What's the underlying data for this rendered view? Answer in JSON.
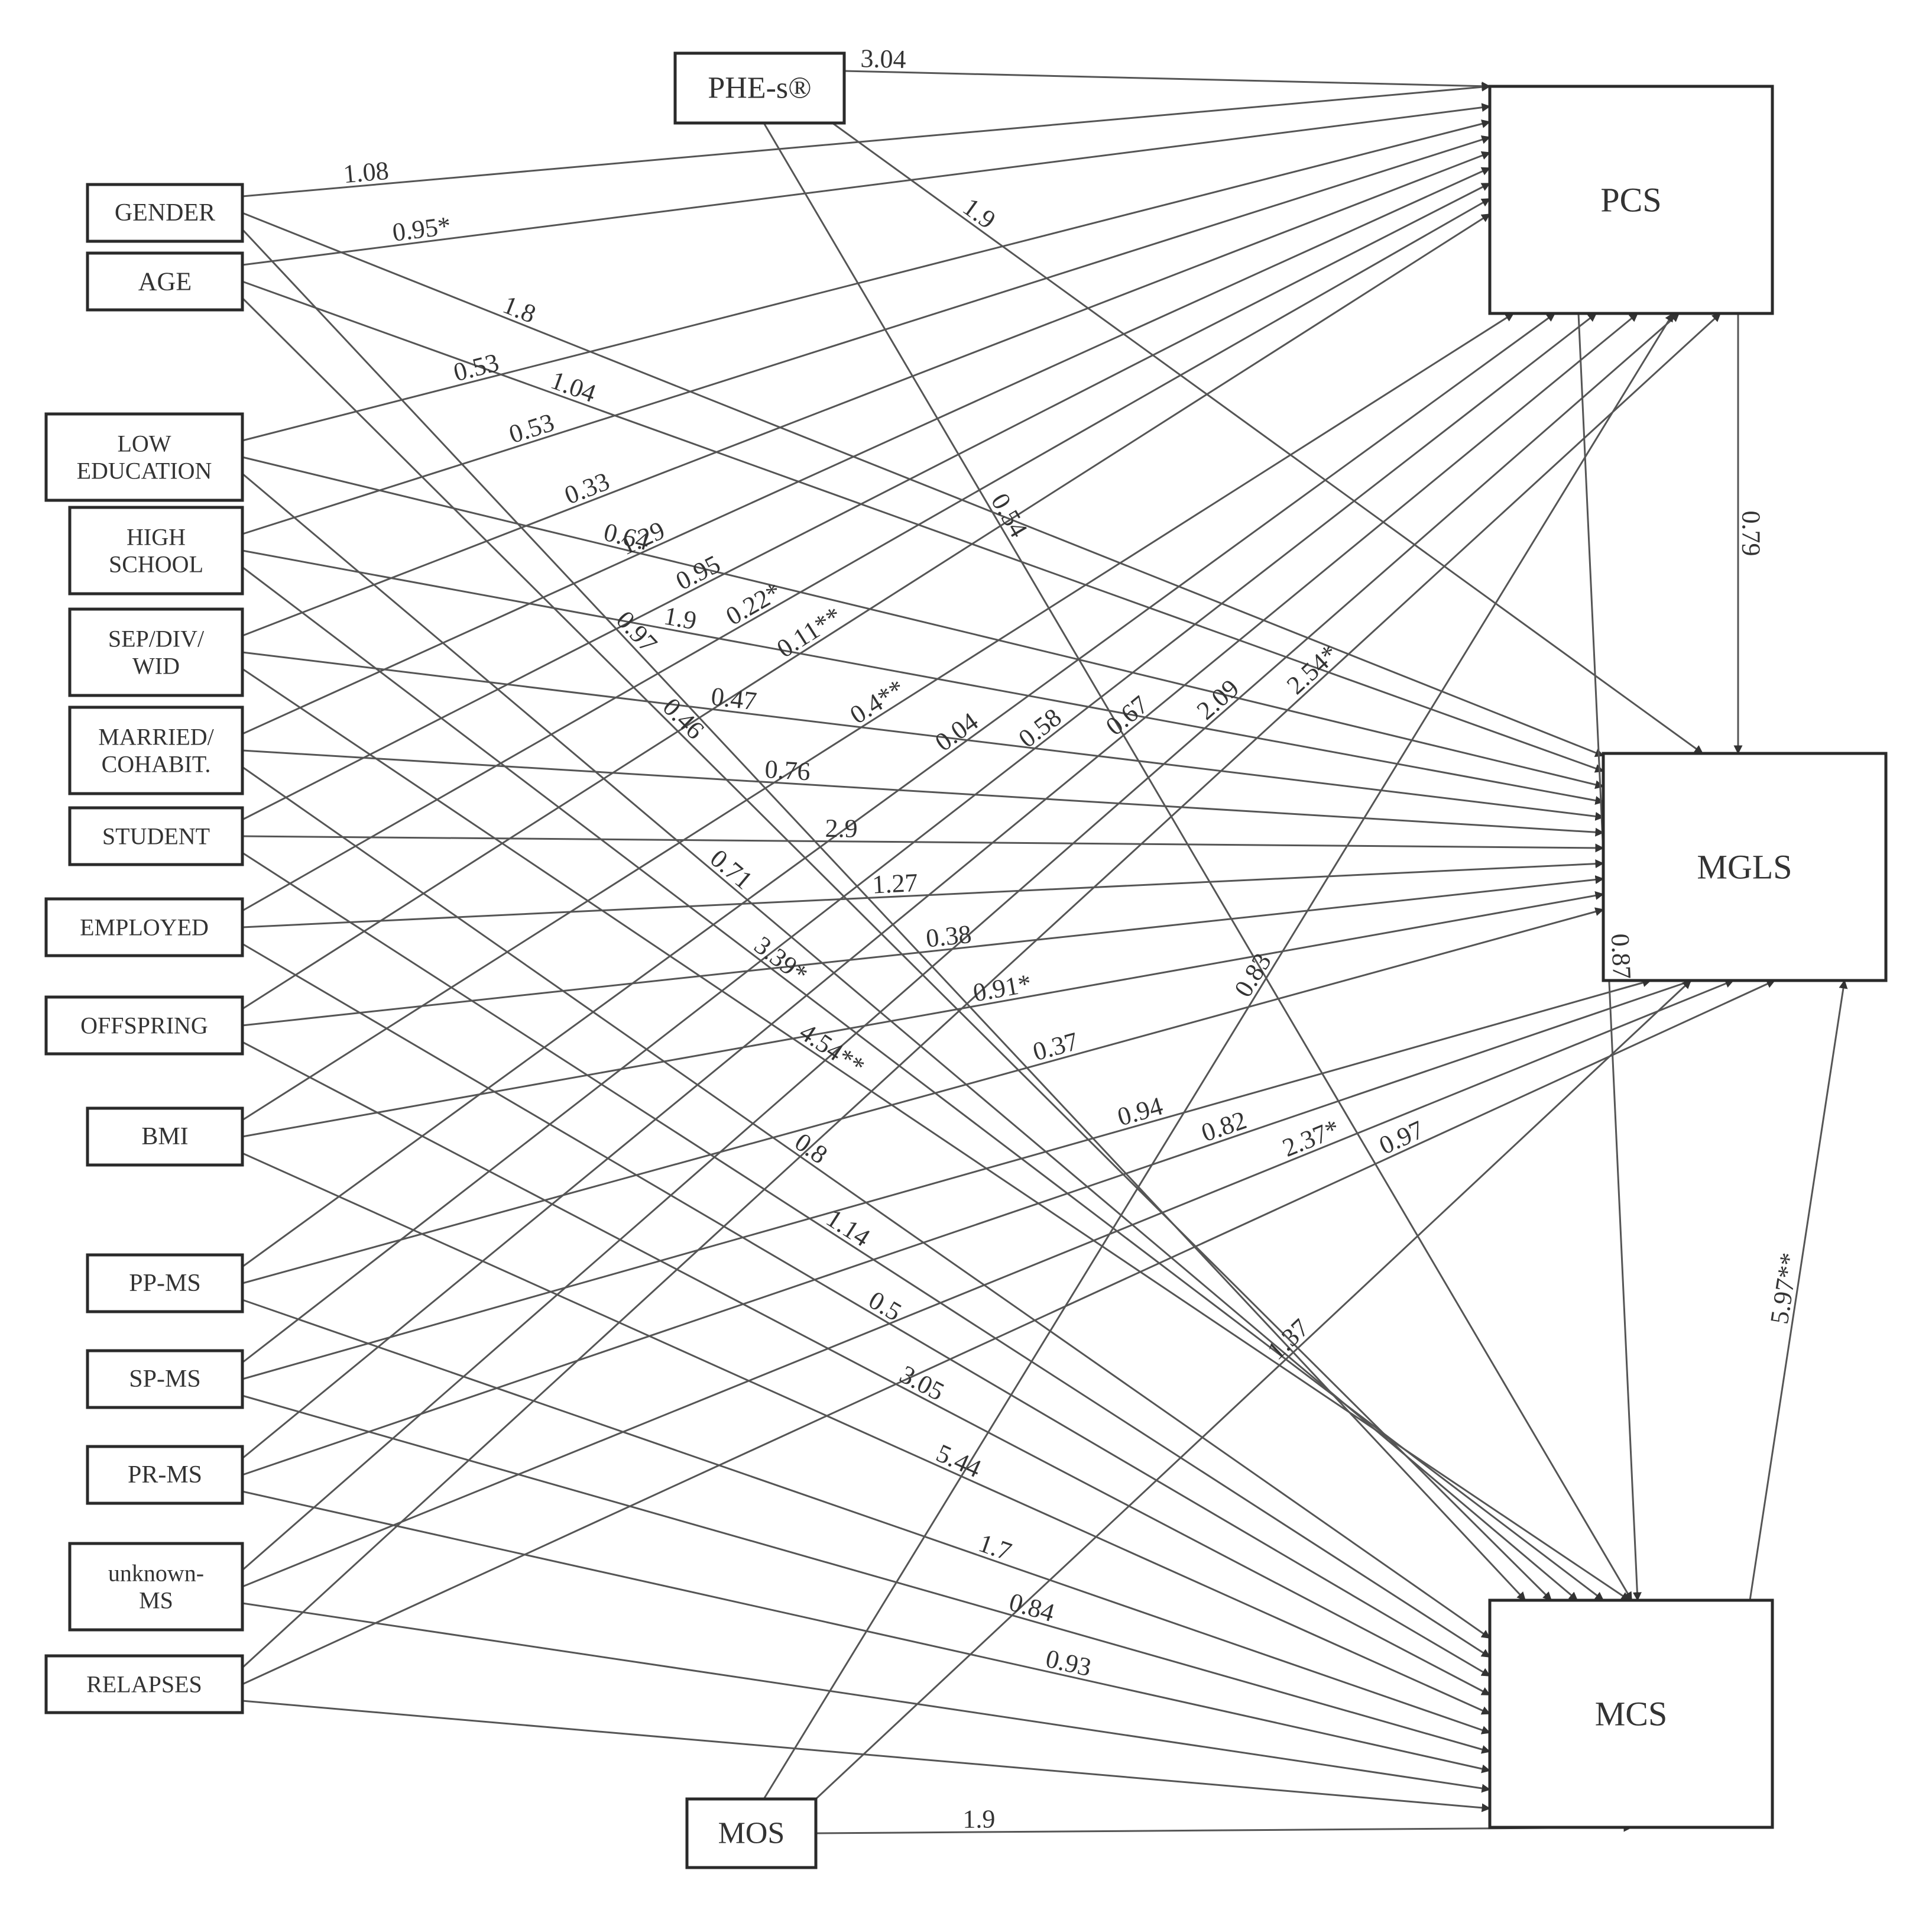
{
  "nodes": [
    {
      "id": "phe",
      "lines": [
        "PHE-s®"
      ]
    },
    {
      "id": "gender",
      "lines": [
        "GENDER"
      ]
    },
    {
      "id": "age",
      "lines": [
        "AGE"
      ]
    },
    {
      "id": "lowedu",
      "lines": [
        "LOW",
        "EDUCATION"
      ]
    },
    {
      "id": "highschool",
      "lines": [
        "HIGH",
        "SCHOOL"
      ]
    },
    {
      "id": "sepdiv",
      "lines": [
        "SEP/DIV/",
        "WID"
      ]
    },
    {
      "id": "married",
      "lines": [
        "MARRIED/",
        "COHABIT."
      ]
    },
    {
      "id": "student",
      "lines": [
        "STUDENT"
      ]
    },
    {
      "id": "employed",
      "lines": [
        "EMPLOYED"
      ]
    },
    {
      "id": "offspring",
      "lines": [
        "OFFSPRING"
      ]
    },
    {
      "id": "bmi",
      "lines": [
        "BMI"
      ]
    },
    {
      "id": "ppms",
      "lines": [
        "PP-MS"
      ]
    },
    {
      "id": "spms",
      "lines": [
        "SP-MS"
      ]
    },
    {
      "id": "prms",
      "lines": [
        "PR-MS"
      ]
    },
    {
      "id": "unknownms",
      "lines": [
        "unknown-",
        "MS"
      ]
    },
    {
      "id": "relapses",
      "lines": [
        "RELAPSES"
      ]
    },
    {
      "id": "mos",
      "lines": [
        "MOS"
      ]
    },
    {
      "id": "pcs",
      "lines": [
        "PCS"
      ]
    },
    {
      "id": "mgls",
      "lines": [
        "MGLS"
      ]
    },
    {
      "id": "mcs",
      "lines": [
        "MCS"
      ]
    }
  ],
  "edges": [
    {
      "from": "phe",
      "to": "pcs",
      "label": "3.04"
    },
    {
      "from": "gender",
      "to": "pcs",
      "label": "1.08"
    },
    {
      "from": "age",
      "to": "pcs",
      "label": "0.95*"
    },
    {
      "from": "lowedu",
      "to": "pcs",
      "label": "0.53"
    },
    {
      "from": "highschool",
      "to": "pcs",
      "label": "0.53"
    },
    {
      "from": "sepdiv",
      "to": "pcs",
      "label": "0.33"
    },
    {
      "from": "married",
      "to": "pcs",
      "label": "1.29"
    },
    {
      "from": "student",
      "to": "pcs",
      "label": "0.95"
    },
    {
      "from": "employed",
      "to": "pcs",
      "label": "0.22*"
    },
    {
      "from": "offspring",
      "to": "pcs",
      "label": "0.11**"
    },
    {
      "from": "bmi",
      "to": "pcs",
      "label": "0.4**"
    },
    {
      "from": "ppms",
      "to": "pcs",
      "label": "0.04"
    },
    {
      "from": "spms",
      "to": "pcs",
      "label": "0.58"
    },
    {
      "from": "prms",
      "to": "pcs",
      "label": "0.67"
    },
    {
      "from": "unknownms",
      "to": "pcs",
      "label": "2.09"
    },
    {
      "from": "relapses",
      "to": "pcs",
      "label": "2.54*"
    },
    {
      "from": "mos",
      "to": "pcs",
      "label": "0.83"
    },
    {
      "from": "pcs",
      "to": "mgls",
      "label": "0.79"
    },
    {
      "from": "phe",
      "to": "mgls",
      "label": "1.9"
    },
    {
      "from": "gender",
      "to": "mgls",
      "label": "1.8"
    },
    {
      "from": "age",
      "to": "mgls",
      "label": "1.04"
    },
    {
      "from": "lowedu",
      "to": "mgls",
      "label": "0.64"
    },
    {
      "from": "highschool",
      "to": "mgls",
      "label": "1.9"
    },
    {
      "from": "sepdiv",
      "to": "mgls",
      "label": "0.47"
    },
    {
      "from": "married",
      "to": "mgls",
      "label": "0.76"
    },
    {
      "from": "student",
      "to": "mgls",
      "label": "2.9"
    },
    {
      "from": "employed",
      "to": "mgls",
      "label": "1.27"
    },
    {
      "from": "offspring",
      "to": "mgls",
      "label": "0.38"
    },
    {
      "from": "bmi",
      "to": "mgls",
      "label": "0.91*"
    },
    {
      "from": "ppms",
      "to": "mgls",
      "label": "0.37"
    },
    {
      "from": "spms",
      "to": "mgls",
      "label": "0.94"
    },
    {
      "from": "prms",
      "to": "mgls",
      "label": "0.82"
    },
    {
      "from": "unknownms",
      "to": "mgls",
      "label": "2.37*"
    },
    {
      "from": "relapses",
      "to": "mgls",
      "label": "0.97"
    },
    {
      "from": "mos",
      "to": "mgls",
      "label": "1.37"
    },
    {
      "from": "mcs",
      "to": "mgls",
      "label": "5.97**"
    },
    {
      "from": "pcs",
      "to": "mcs",
      "label": "0.87"
    },
    {
      "from": "phe",
      "to": "mcs",
      "label": "0.54"
    },
    {
      "from": "gender",
      "to": "mcs",
      "label": "0.97"
    },
    {
      "from": "age",
      "to": "mcs",
      "label": "0.46"
    },
    {
      "from": "lowedu",
      "to": "mcs",
      "label": "0.71"
    },
    {
      "from": "highschool",
      "to": "mcs",
      "label": "3.39*"
    },
    {
      "from": "sepdiv",
      "to": "mcs",
      "label": "4.54**"
    },
    {
      "from": "married",
      "to": "mcs",
      "label": "0.8"
    },
    {
      "from": "student",
      "to": "mcs",
      "label": "1.14"
    },
    {
      "from": "employed",
      "to": "mcs",
      "label": "0.5"
    },
    {
      "from": "offspring",
      "to": "mcs",
      "label": "3.05"
    },
    {
      "from": "bmi",
      "to": "mcs",
      "label": "5.44"
    },
    {
      "from": "ppms",
      "to": "mcs",
      "label": "1.7"
    },
    {
      "from": "spms",
      "to": "mcs",
      "label": "0.84"
    },
    {
      "from": "prms",
      "to": "mcs",
      "label": "0.93"
    },
    {
      "from": "unknownms",
      "to": "mcs",
      "label": ""
    },
    {
      "from": "relapses",
      "to": "mcs",
      "label": ""
    },
    {
      "from": "mos",
      "to": "mcs",
      "label": "1.9"
    }
  ]
}
